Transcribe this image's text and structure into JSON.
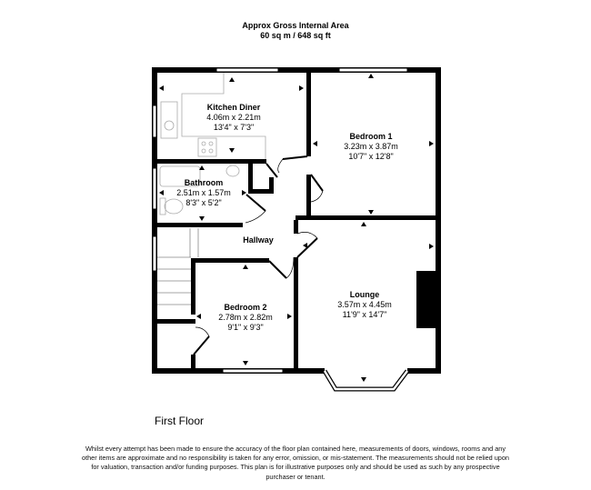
{
  "header": {
    "line1": "Approx Gross Internal Area",
    "line2": "60 sq m / 648 sq ft"
  },
  "floor_label": "First Floor",
  "rooms": {
    "kitchen": {
      "name": "Kitchen Diner",
      "metric": "4.06m x 2.21m",
      "imperial": "13'4\" x 7'3\""
    },
    "bedroom1": {
      "name": "Bedroom 1",
      "metric": "3.23m x 3.87m",
      "imperial": "10'7\" x 12'8\""
    },
    "bathroom": {
      "name": "Bathroom",
      "metric": "2.51m x 1.57m",
      "imperial": "8'3\" x 5'2\""
    },
    "hallway": {
      "name": "Hallway"
    },
    "bedroom2": {
      "name": "Bedroom 2",
      "metric": "2.78m x 2.82m",
      "imperial": "9'1\" x 9'3\""
    },
    "lounge": {
      "name": "Lounge",
      "metric": "3.57m x 4.45m",
      "imperial": "11'9\" x 14'7\""
    }
  },
  "disclaimer": "Whilst every attempt has been made to ensure the accuracy of the floor plan contained here, measurements of doors, windows, rooms and any other items are approximate and no responsibility is taken for any error, omission, or mis-statement. The measurements should not be relied upon for valuation, transaction and/or funding purposes. This plan is for illustrative purposes only and should be used as such by any prospective purchaser or tenant.",
  "colors": {
    "wall": "#000000",
    "fixture": "#999999",
    "window": "#ffffff"
  }
}
